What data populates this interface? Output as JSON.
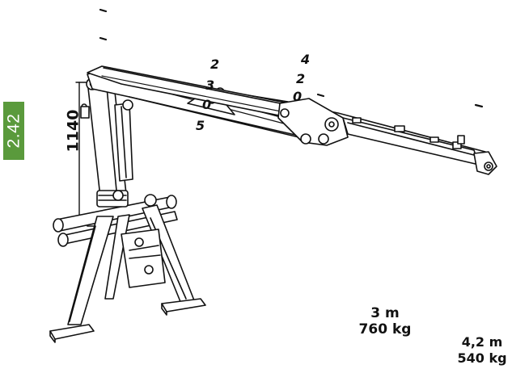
{
  "product_code": "2.42",
  "height_label": "1140",
  "extension_labels_left": [
    "2",
    "3",
    "0",
    "5"
  ],
  "extension_labels_right": [
    "4",
    "2",
    "0"
  ],
  "loads": [
    {
      "distance": "3 m",
      "mass": "760 kg"
    },
    {
      "distance": "4,2 m",
      "mass": "540 kg"
    }
  ],
  "colors": {
    "badge": "#5a9a3c",
    "line": "#111111"
  }
}
